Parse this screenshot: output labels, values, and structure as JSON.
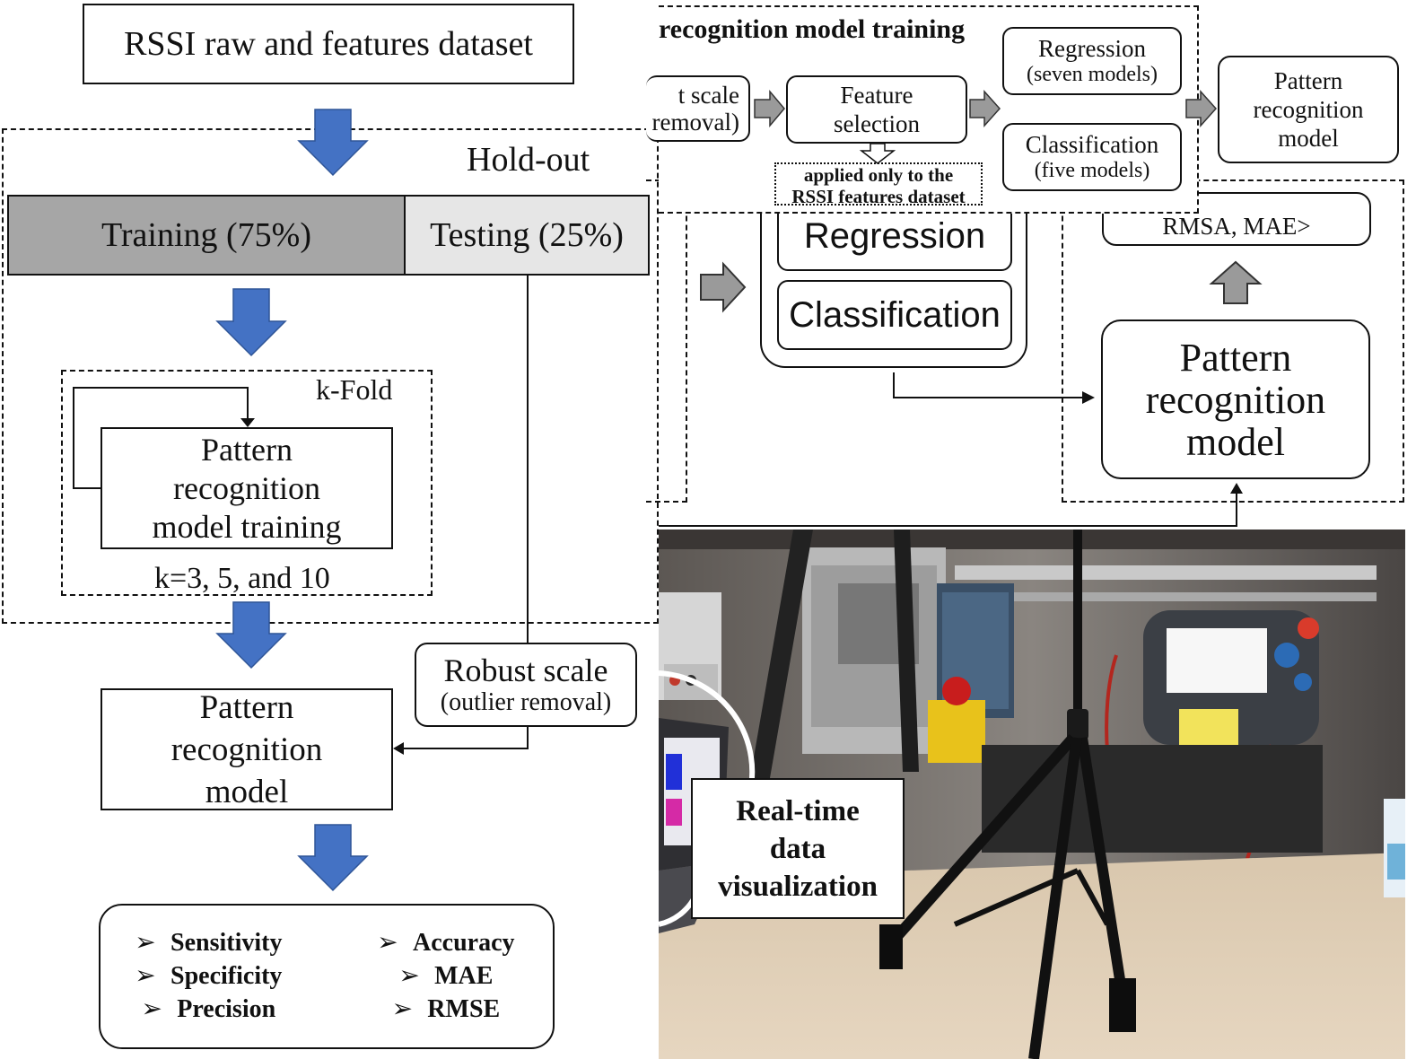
{
  "left": {
    "dataset_title": "RSSI raw and features dataset",
    "holdout_label": "Hold-out",
    "training_label": "Training (75%)",
    "testing_label": "Testing (25%)",
    "kfold_label": "k-Fold",
    "training_box_label": [
      "Pattern",
      "recognition",
      "model training"
    ],
    "k_values": "k=3, 5, and 10",
    "robust_scale_title": "Robust scale",
    "robust_scale_sub": "(outlier removal)",
    "model_label": [
      "Pattern",
      "recognition",
      "model"
    ],
    "metrics_left": [
      "Sensitivity",
      "Specificity",
      "Precision"
    ],
    "metrics_right": [
      "Accuracy",
      "MAE",
      "RMSE"
    ],
    "bullet_glyph": "➢"
  },
  "inset": {
    "title": "recognition model training",
    "robust_partial": [
      "t scale",
      "removal)"
    ],
    "feature_selection": [
      "Feature",
      "selection"
    ],
    "applied_note": [
      "applied only to the",
      "RSSI features dataset"
    ],
    "regression_title": "Regression",
    "regression_sub": "(seven models)",
    "classification_title": "Classification",
    "classification_sub": "(five models)",
    "pattern_model": [
      "Pattern",
      "recognition",
      "model"
    ]
  },
  "right": {
    "regression": "Regression",
    "classification": "Classification",
    "metrics_partial": "RMSA, MAE>",
    "pattern_model": [
      "Pattern",
      "recognition",
      "model"
    ]
  },
  "photo": {
    "caption": [
      "Real-time",
      "data",
      "visualization"
    ]
  },
  "colors": {
    "blue_arrow": "#4472C4",
    "gray_arrow": "#9a9a9a",
    "training_fill": "#a6a6a6",
    "testing_fill": "#e6e6e6"
  }
}
